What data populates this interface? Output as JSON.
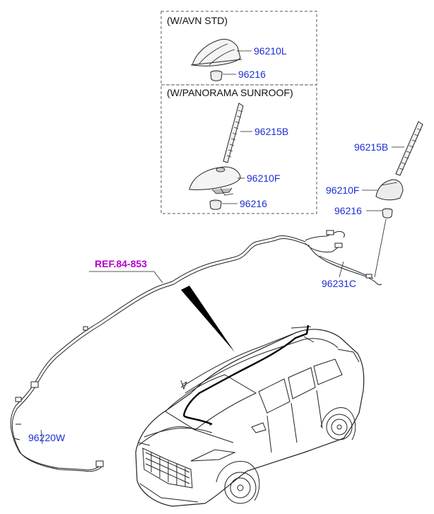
{
  "boxes": {
    "avn_std": {
      "title": "(W/AVN STD)"
    },
    "panorama_sunroof": {
      "title": "(W/PANORAMA SUNROOF)"
    }
  },
  "parts": {
    "p96210L": "96210L",
    "p96216_a": "96216",
    "p96215B_a": "96215B",
    "p96210F_a": "96210F",
    "p96216_b": "96216",
    "p96215B_b": "96215B",
    "p96210F_b": "96210F",
    "p96216_c": "96216",
    "p96231C": "96231C",
    "p96220W": "96220W"
  },
  "reference": {
    "label": "REF.84-853"
  },
  "colors": {
    "part_label": "#1a2fd6",
    "reference_label": "#b400c8",
    "line": "#222222"
  }
}
